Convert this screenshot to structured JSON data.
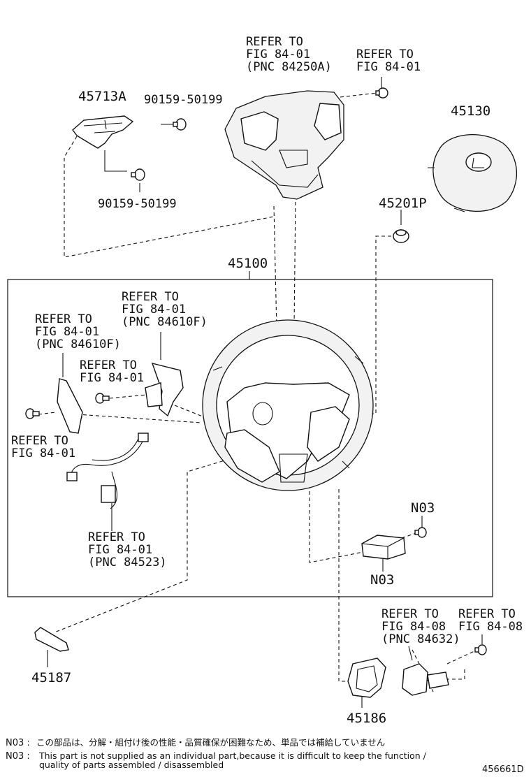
{
  "part_numbers": {
    "p45713A": "45713A",
    "p90159_top": "90159-50199",
    "p90159_bottom": "90159-50199",
    "p45130": "45130",
    "p45201P": "45201P",
    "p45100": "45100",
    "pN03_top": "N03",
    "pN03_bottom": "N03",
    "p45187": "45187",
    "p45186": "45186"
  },
  "refers": {
    "top_left": [
      "REFER TO",
      "FIG 84-01",
      "(PNC 84250A)"
    ],
    "top_right": [
      "REFER TO",
      "FIG 84-01"
    ],
    "paddle_right": [
      "REFER TO",
      "FIG 84-01",
      "(PNC 84610F)"
    ],
    "paddle_left": [
      "REFER TO",
      "FIG 84-01",
      "(PNC 84610F)"
    ],
    "paddle_screw": [
      "REFER TO",
      "FIG 84-01"
    ],
    "left_screw": [
      "REFER TO",
      "FIG 84-01"
    ],
    "wire_harness": [
      "REFER TO",
      "FIG 84-01",
      "(PNC 84523)"
    ],
    "switch_pnc": [
      "REFER TO",
      "FIG 84-08",
      "(PNC 84632)"
    ],
    "switch_screw": [
      "REFER TO",
      "FIG 84-08"
    ]
  },
  "notes": {
    "jp_code": "N03 :",
    "jp_text": "この部品は、分解・組付け後の性能・品質確保が困難なため、単品では補給していません",
    "en_code": "N03 :",
    "en_line1": "This part is not supplied as an individual part,because it is difficult to keep the function /",
    "en_line2": "quality of parts assembled / disassembled"
  },
  "diagram_id": "456661D",
  "icons": [
    "steering-wheel",
    "airbag-lexus-logo",
    "spoke-cover",
    "paddle-shifter",
    "screw",
    "clip",
    "wire-harness",
    "control-module",
    "switch-bezel",
    "switch-assembly",
    "lower-cover"
  ]
}
